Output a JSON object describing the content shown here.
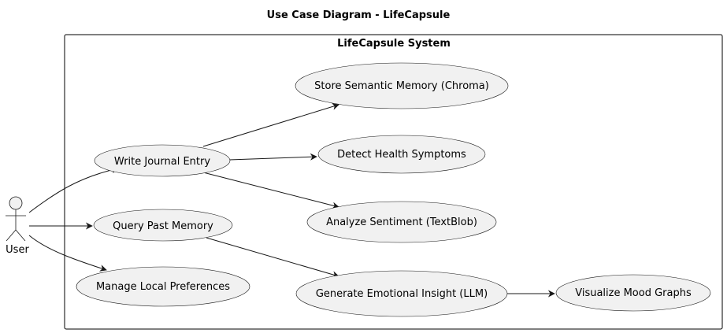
{
  "diagram": {
    "title": "Use Case Diagram - LifeCapsule",
    "system_name": "LifeCapsule System",
    "actor": {
      "name": "User"
    },
    "use_cases": [
      {
        "id": "write",
        "label": "Write Journal Entry"
      },
      {
        "id": "query",
        "label": "Query Past Memory"
      },
      {
        "id": "prefs",
        "label": "Manage Local Preferences"
      },
      {
        "id": "store",
        "label": "Store Semantic Memory (Chroma)"
      },
      {
        "id": "detect",
        "label": "Detect Health Symptoms"
      },
      {
        "id": "sentiment",
        "label": "Analyze Sentiment (TextBlob)"
      },
      {
        "id": "insight",
        "label": "Generate Emotional Insight (LLM)"
      },
      {
        "id": "mood",
        "label": "Visualize Mood Graphs"
      }
    ],
    "relations": [
      {
        "from": "actor",
        "to": "write"
      },
      {
        "from": "actor",
        "to": "query"
      },
      {
        "from": "actor",
        "to": "prefs"
      },
      {
        "from": "write",
        "to": "store"
      },
      {
        "from": "write",
        "to": "detect"
      },
      {
        "from": "write",
        "to": "sentiment"
      },
      {
        "from": "query",
        "to": "insight"
      },
      {
        "from": "insight",
        "to": "mood"
      }
    ],
    "colors": {
      "use_case_fill": "#f1f1f1",
      "line": "#181818"
    }
  }
}
